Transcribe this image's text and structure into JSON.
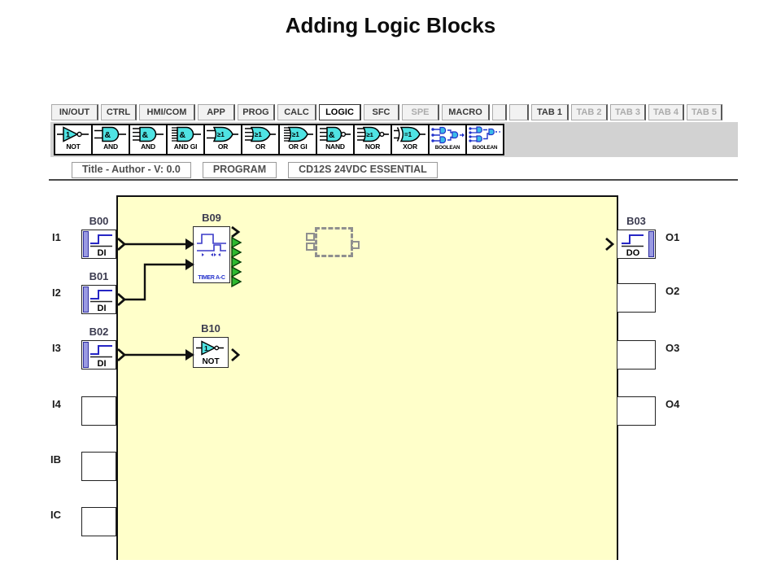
{
  "title": "Adding Logic Blocks",
  "toolbar": {
    "tabs": [
      {
        "label": "IN/OUT",
        "state": "normal"
      },
      {
        "label": "CTRL",
        "state": "normal"
      },
      {
        "label": "HMI/COM",
        "state": "normal"
      },
      {
        "label": "APP",
        "state": "normal"
      },
      {
        "label": "PROG",
        "state": "normal"
      },
      {
        "label": "CALC",
        "state": "normal"
      },
      {
        "label": "LOGIC",
        "state": "active"
      },
      {
        "label": "SFC",
        "state": "normal"
      },
      {
        "label": "SPE",
        "state": "disabled"
      },
      {
        "label": "MACRO",
        "state": "normal"
      },
      {
        "label": "",
        "state": "stub"
      },
      {
        "label": "",
        "state": "stub"
      },
      {
        "label": "TAB 1",
        "state": "normal"
      },
      {
        "label": "TAB 2",
        "state": "disabled"
      },
      {
        "label": "TAB 3",
        "state": "disabled"
      },
      {
        "label": "TAB 4",
        "state": "disabled"
      },
      {
        "label": "TAB 5",
        "state": "disabled"
      }
    ],
    "gate_buttons": [
      "NOT",
      "AND",
      "AND",
      "AND GI",
      "OR",
      "OR",
      "OR GI",
      "NAND",
      "NOR",
      "XOR",
      "BOOLEAN",
      "BOOLEAN"
    ],
    "status_boxes": [
      "Title - Author - V: 0.0",
      "PROGRAM",
      "CD12S 24VDC ESSENTIAL"
    ]
  },
  "canvas": {
    "inputs": [
      {
        "pin": "I1",
        "block": "B00",
        "type": "DI"
      },
      {
        "pin": "I2",
        "block": "B01",
        "type": "DI"
      },
      {
        "pin": "I3",
        "block": "B02",
        "type": "DI"
      },
      {
        "pin": "I4",
        "block": "",
        "type": ""
      },
      {
        "pin": "IB",
        "block": "",
        "type": ""
      },
      {
        "pin": "IC",
        "block": "",
        "type": ""
      }
    ],
    "outputs": [
      {
        "pin": "O1",
        "block": "B03",
        "type": "DO"
      },
      {
        "pin": "O2",
        "block": "",
        "type": ""
      },
      {
        "pin": "O3",
        "block": "",
        "type": ""
      },
      {
        "pin": "O4",
        "block": "",
        "type": ""
      }
    ],
    "function_blocks": [
      {
        "id": "B09",
        "label": "TIMER A-C"
      },
      {
        "id": "B10",
        "label": "NOT"
      }
    ]
  },
  "colors": {
    "canvas_bg": "#FFFFCA",
    "gate_fill": "#4FE3E3",
    "connector_green": "#2EB82E",
    "io_bar_blue": "#9A9AE2",
    "waveform_blue": "#2626C4",
    "wire": "#101010"
  }
}
